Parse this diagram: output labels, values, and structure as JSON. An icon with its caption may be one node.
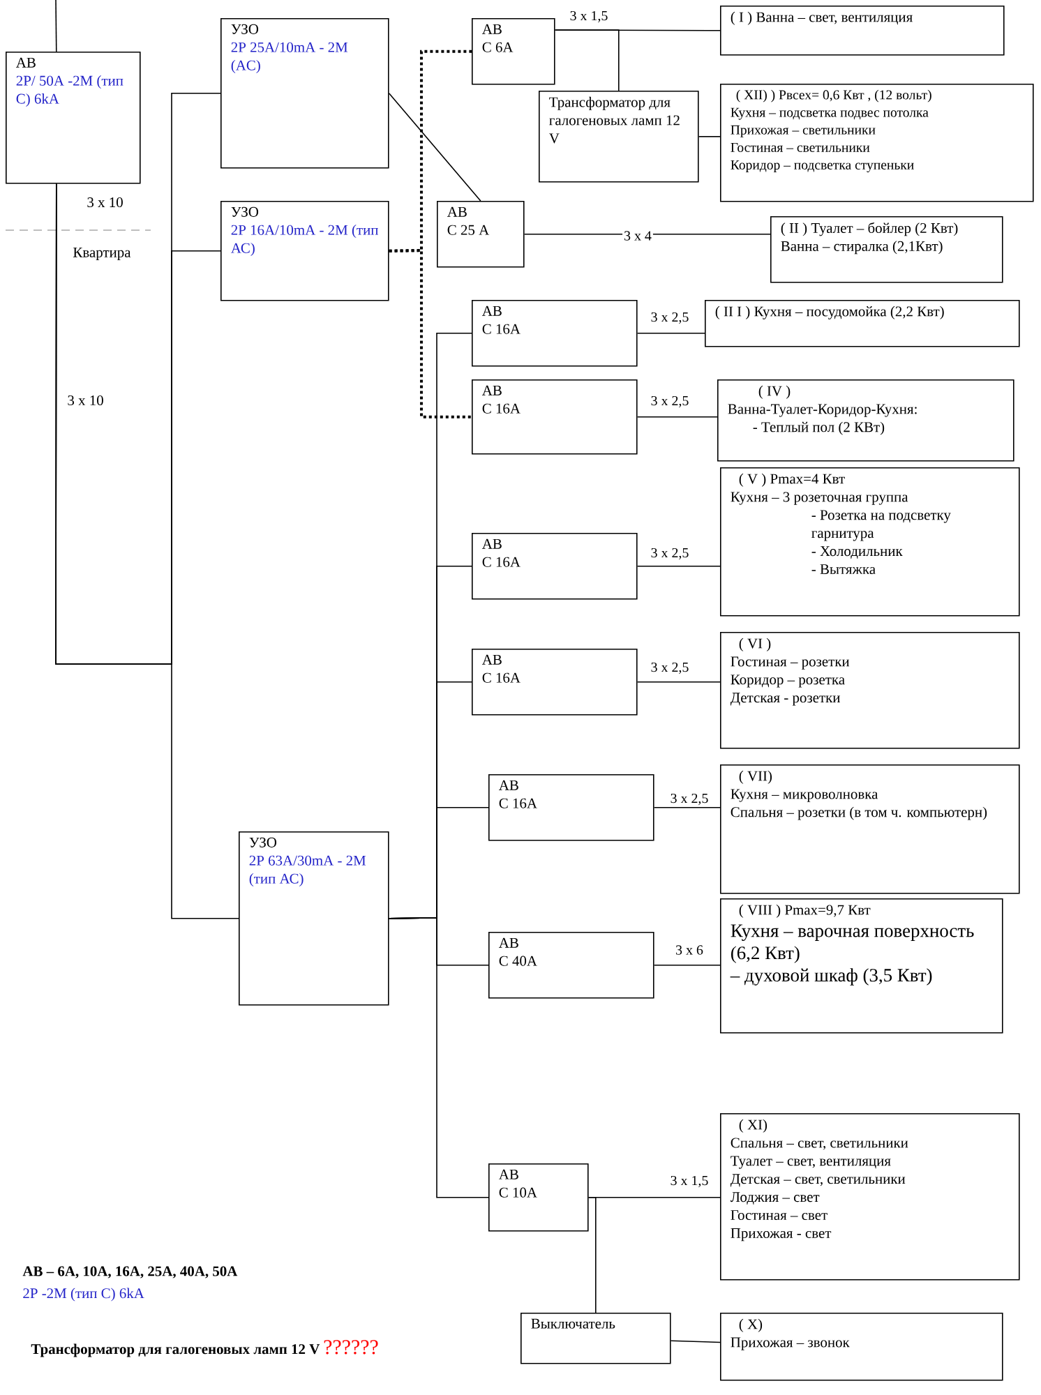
{
  "diagram": {
    "nodes": [
      {
        "text": [
          "АВ",
          "2P/ 50A -2M (тип C) 6kA"
        ]
      },
      {
        "text": [
          "УЗО",
          "2P 25A/10mA - 2M (AC)"
        ]
      },
      {
        "text": [
          "УЗО",
          "2P 16A/10mA - 2M (тип АС)"
        ]
      },
      {
        "text": [
          "УЗО",
          "2P 63A/30mA - 2M (тип АС)"
        ]
      },
      {
        "text": [
          "АВ",
          "С 6А"
        ]
      },
      {
        "text": [
          "( I ) Ванна – свет, вентиляция"
        ]
      },
      {
        "text": [
          "Трансформатор для галогеновых ламп 12 V"
        ]
      },
      {
        "text": [
          "( XII) ) Pвсех= 0,6 Квт , (12 вольт)",
          "Кухня – подсветка подвес потолка",
          "Прихожая – светильники",
          "Гостиная – светильники",
          "Коридор – подсветка ступеньки"
        ]
      },
      {
        "text": [
          "АВ",
          "С 25 А"
        ]
      },
      {
        "text": [
          "( II ) Туалет – бойлер (2 Квт)",
          "Ванна – стиралка (2,1Квт)"
        ]
      },
      {
        "text": [
          "АВ",
          "С 16А"
        ]
      },
      {
        "text": [
          "( II I ) Кухня – посудомойка (2,2 Квт)"
        ]
      },
      {
        "text": [
          "АВ",
          "С 16А"
        ]
      },
      {
        "text": [
          "( IV )",
          "Ванна-Туалет-Коридор-Кухня:",
          "- Теплый пол (2 КВт)"
        ]
      },
      {
        "text": [
          "АВ",
          "С 16А"
        ]
      },
      {
        "text": [
          "( V ) Pmax=4 Квт",
          "Кухня – 3 розеточная группа",
          "- Розетка на подсветку гарнитура",
          "- Холодильник",
          "- Вытяжка"
        ]
      },
      {
        "text": [
          "АВ",
          "С 16А"
        ]
      },
      {
        "text": [
          "( VI )",
          "Гостиная – розетки",
          "Коридор – розетка",
          "Детская - розетки"
        ]
      },
      {
        "text": [
          "АВ",
          "С 16А"
        ]
      },
      {
        "text": [
          "( VII)",
          "Кухня – микроволновка",
          "Спальня – розетки (в том ч. компьютерн)"
        ]
      },
      {
        "text": [
          "АВ",
          "С 40А"
        ]
      },
      {
        "text": [
          "( VIII ) Pmax=9,7 Квт",
          "Кухня – варочная поверхность (6,2 Квт)",
          "– духовой шкаф (3,5 Квт)"
        ]
      },
      {
        "text": [
          "АВ",
          "С 10А"
        ]
      },
      {
        "text": [
          "( XI)",
          "Спальня – свет, светильники",
          "Туалет – свет, вентиляция",
          "Детская – свет, светильники",
          "Лоджия – свет",
          "Гостиная – свет",
          "Прихожая - свет"
        ]
      },
      {
        "text": [
          "Выключатель"
        ]
      },
      {
        "text": [
          "( X)",
          "Прихожая – звонок"
        ]
      }
    ],
    "edges": [
      {
        "from": null,
        "to": 0,
        "arrow": "none"
      },
      {
        "from": 0,
        "to": 1,
        "arrow": "none"
      },
      {
        "from": 0,
        "to": 2,
        "arrow": "none"
      },
      {
        "from": 0,
        "to": 3,
        "arrow": "none"
      },
      {
        "from": 1,
        "to": 8,
        "arrow": "none"
      },
      {
        "from": 2,
        "to": 4,
        "arrow": "none",
        "style": "dashed"
      },
      {
        "from": 2,
        "to": 12,
        "arrow": "none",
        "style": "dashed"
      },
      {
        "from": 4,
        "to": 5,
        "arrow": "none",
        "label": "3 x 1,5"
      },
      {
        "from": 4,
        "to": 6,
        "arrow": "none"
      },
      {
        "from": 6,
        "to": 7,
        "arrow": "none"
      },
      {
        "from": 8,
        "to": 9,
        "arrow": "none",
        "label": "3 x 4"
      },
      {
        "from": 3,
        "to": 10,
        "arrow": "none"
      },
      {
        "from": 10,
        "to": 11,
        "arrow": "none",
        "label": "3 x 2,5"
      },
      {
        "from": 12,
        "to": 13,
        "arrow": "none",
        "label": "3 x 2,5"
      },
      {
        "from": 3,
        "to": 14,
        "arrow": "none"
      },
      {
        "from": 14,
        "to": 15,
        "arrow": "none",
        "label": "3 x 2,5"
      },
      {
        "from": 3,
        "to": 16,
        "arrow": "none"
      },
      {
        "from": 16,
        "to": 17,
        "arrow": "none",
        "label": "3 x 2,5"
      },
      {
        "from": 3,
        "to": 18,
        "arrow": "none"
      },
      {
        "from": 18,
        "to": 19,
        "arrow": "none",
        "label": "3 x 2,5"
      },
      {
        "from": 3,
        "to": 20,
        "arrow": "none"
      },
      {
        "from": 20,
        "to": 21,
        "arrow": "none",
        "label": "3 x 6"
      },
      {
        "from": 3,
        "to": 22,
        "arrow": "none"
      },
      {
        "from": 22,
        "to": 23,
        "arrow": "none",
        "label": "3 x 1,5"
      },
      {
        "from": 22,
        "to": 24,
        "arrow": "none"
      },
      {
        "from": 24,
        "to": 25,
        "arrow": "none"
      }
    ],
    "labels": [
      "3 x 10",
      "Квартира",
      "3 x 10",
      "АВ – 6А, 10А, 16А, 25А, 40А, 50А",
      "2P -2M (тип С) 6kA",
      "Трансформатор для галогеновых ламп 12 V",
      "??????"
    ]
  }
}
